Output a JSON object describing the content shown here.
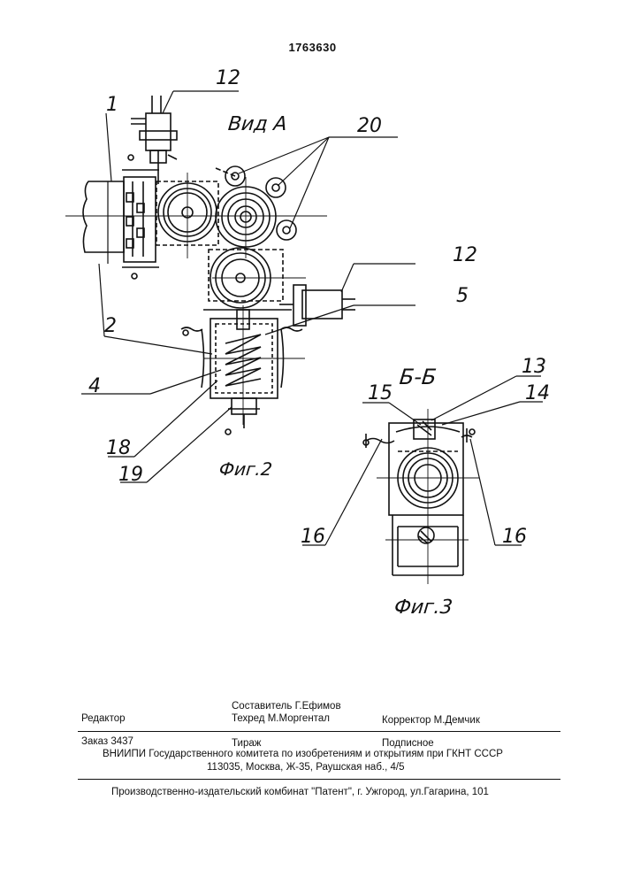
{
  "patent_number": "1763630",
  "figures": {
    "fig2": {
      "caption": "Фиг.2",
      "view_label": "Вид А",
      "labels": [
        "1",
        "12",
        "20",
        "12",
        "2",
        "5",
        "4",
        "18",
        "19"
      ]
    },
    "fig3": {
      "caption": "Фиг.3",
      "section_label": "Б-Б",
      "labels": [
        "13",
        "15",
        "14",
        "16",
        "16"
      ]
    }
  },
  "footer": {
    "editor": "Редактор",
    "compiler": "Составитель Г.Ефимов",
    "techred": "Техред М.Моргентал",
    "corrector": "Корректор М.Демчик",
    "order": "Заказ 3437",
    "circulation": "Тираж",
    "subscription": "Подписное",
    "org_line": "ВНИИПИ Государственного комитета по изобретениям и открытиям при ГКНТ СССР",
    "address": "113035, Москва, Ж-35, Раушская наб., 4/5",
    "publisher": "Производственно-издательский комбинат \"Патент\", г. Ужгород, ул.Гагарина, 101"
  }
}
